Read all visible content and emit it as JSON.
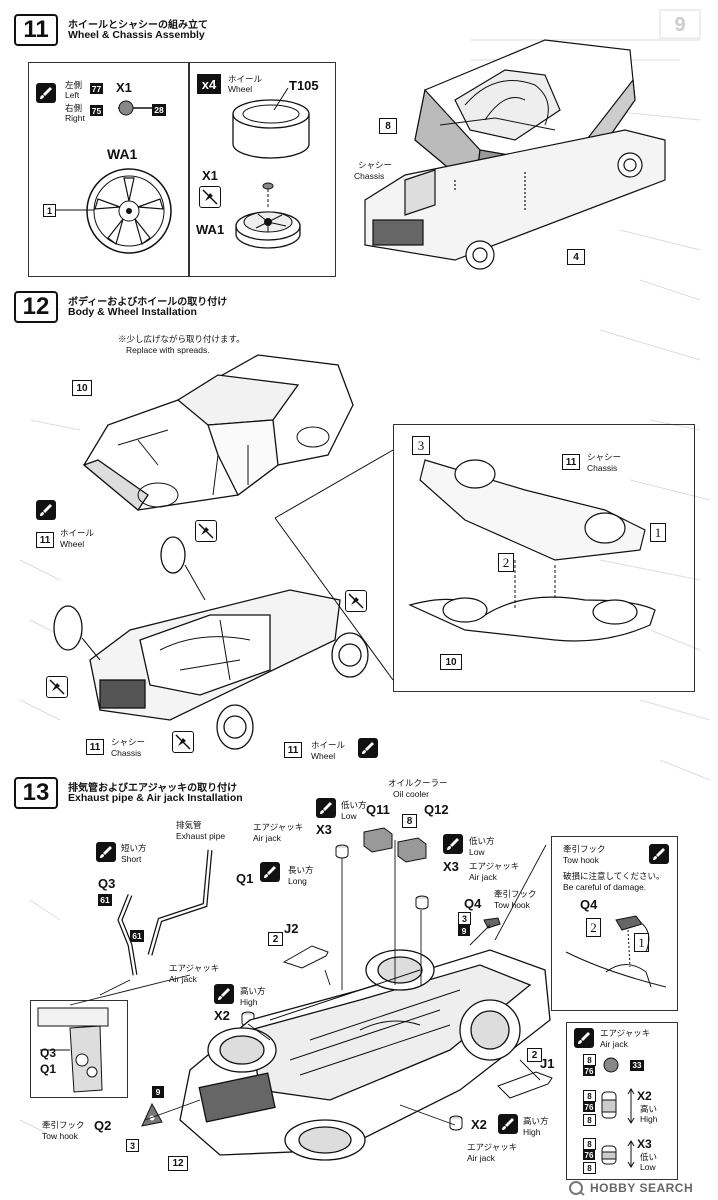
{
  "page_number": "9",
  "steps": [
    {
      "number": "11",
      "title_jp": "ホイールとシャシーの組み立て",
      "title_en": "Wheel & Chassis Assembly"
    },
    {
      "number": "12",
      "title_jp": "ボディーおよびホイールの取り付け",
      "title_en": "Body & Wheel Installation"
    },
    {
      "number": "13",
      "title_jp": "排気管およびエアジャッキの取り付け",
      "title_en": "Exhaust pipe & Air jack Installation"
    }
  ],
  "s11": {
    "left_jp": "左側",
    "left_en": "Left",
    "left_code": "77",
    "right_jp": "右側",
    "right_en": "Right",
    "right_code": "75",
    "x1": "X1",
    "x1_color": "28",
    "wa1": "WA1",
    "part1": "1",
    "times": "x4",
    "wheel_jp": "ホイール",
    "wheel_en": "Wheel",
    "t105": "T105",
    "x1b": "X1",
    "wa1b": "WA1",
    "part8": "8",
    "chassis_jp": "シャシー",
    "chassis_en": "Chassis",
    "part4": "4"
  },
  "s12": {
    "note_jp": "※少し広げながら取り付けます。",
    "note_en": "Replace with spreads.",
    "p10": "10",
    "p11a": "11",
    "wheel_jp": "ホイール",
    "wheel_en": "Wheel",
    "p11b": "11",
    "chassis_jp": "シャシー",
    "chassis_en": "Chassis",
    "p11c": "11",
    "wheel2_jp": "ホイール",
    "wheel2_en": "Wheel",
    "inset_3": "3",
    "inset_11": "11",
    "inset_chassis_jp": "シャシー",
    "inset_chassis_en": "Chassis",
    "inset_1": "1",
    "inset_2": "2",
    "inset_10": "10"
  },
  "s13": {
    "short_jp": "短い方",
    "short_en": "Short",
    "q3": "Q3",
    "c61a": "61",
    "exhaust_jp": "排気管",
    "exhaust_en": "Exhaust pipe",
    "c61b": "61",
    "airjack1_jp": "エアジャッキ",
    "airjack1_en": "Air jack",
    "q1": "Q1",
    "long_jp": "長い方",
    "long_en": "Long",
    "low1_jp": "低い方",
    "low1_en": "Low",
    "x3a": "X3",
    "oil_jp": "オイルクーラー",
    "oil_en": "Oil cooler",
    "q11": "Q11",
    "p8": "8",
    "q12": "Q12",
    "low2_jp": "低い方",
    "low2_en": "Low",
    "airjack2_jp": "エアジャッキ",
    "airjack2_en": "Air jack",
    "x3b": "X3",
    "tow1_jp": "牽引フック",
    "tow1_en": "Tow hook",
    "q4": "Q4",
    "c3": "3",
    "c9": "9",
    "j2": "J2",
    "p2": "2",
    "airjack3_jp": "エアジャッキ",
    "airjack3_en": "Air jack",
    "high1_jp": "高い方",
    "high1_en": "High",
    "x2a": "X2",
    "q3b": "Q3",
    "q1b": "Q1",
    "p9": "9",
    "tow2_jp": "牽引フック",
    "tow2_en": "Tow hook",
    "q2": "Q2",
    "c3b": "3",
    "p12": "12",
    "j1": "J1",
    "p2b": "2",
    "x2b": "X2",
    "high2_jp": "高い方",
    "high2_en": "High",
    "airjack4_jp": "エアジャッキ",
    "airjack4_en": "Air jack",
    "tow_box_jp": "牽引フック",
    "tow_box_en": "Tow hook",
    "care_jp": "破損に注意してください。",
    "care_en": "Be careful of damage.",
    "tow_box_q4": "Q4",
    "tow_box_2": "2",
    "tow_box_1": "1",
    "legend_title_jp": "エアジャッキ",
    "legend_title_en": "Air jack",
    "legend_rows": [
      {
        "codes": [
          "8",
          "76"
        ],
        "color": "33",
        "part": "",
        "jp": "",
        "en": ""
      },
      {
        "codes": [
          "8",
          "76",
          "8"
        ],
        "color": "",
        "part": "X2",
        "jp": "高い",
        "en": "High"
      },
      {
        "codes": [
          "8",
          "76",
          "8"
        ],
        "color": "",
        "part": "X3",
        "jp": "低い",
        "en": "Low"
      }
    ]
  },
  "footer_logo": "HOBBY SEARCH"
}
